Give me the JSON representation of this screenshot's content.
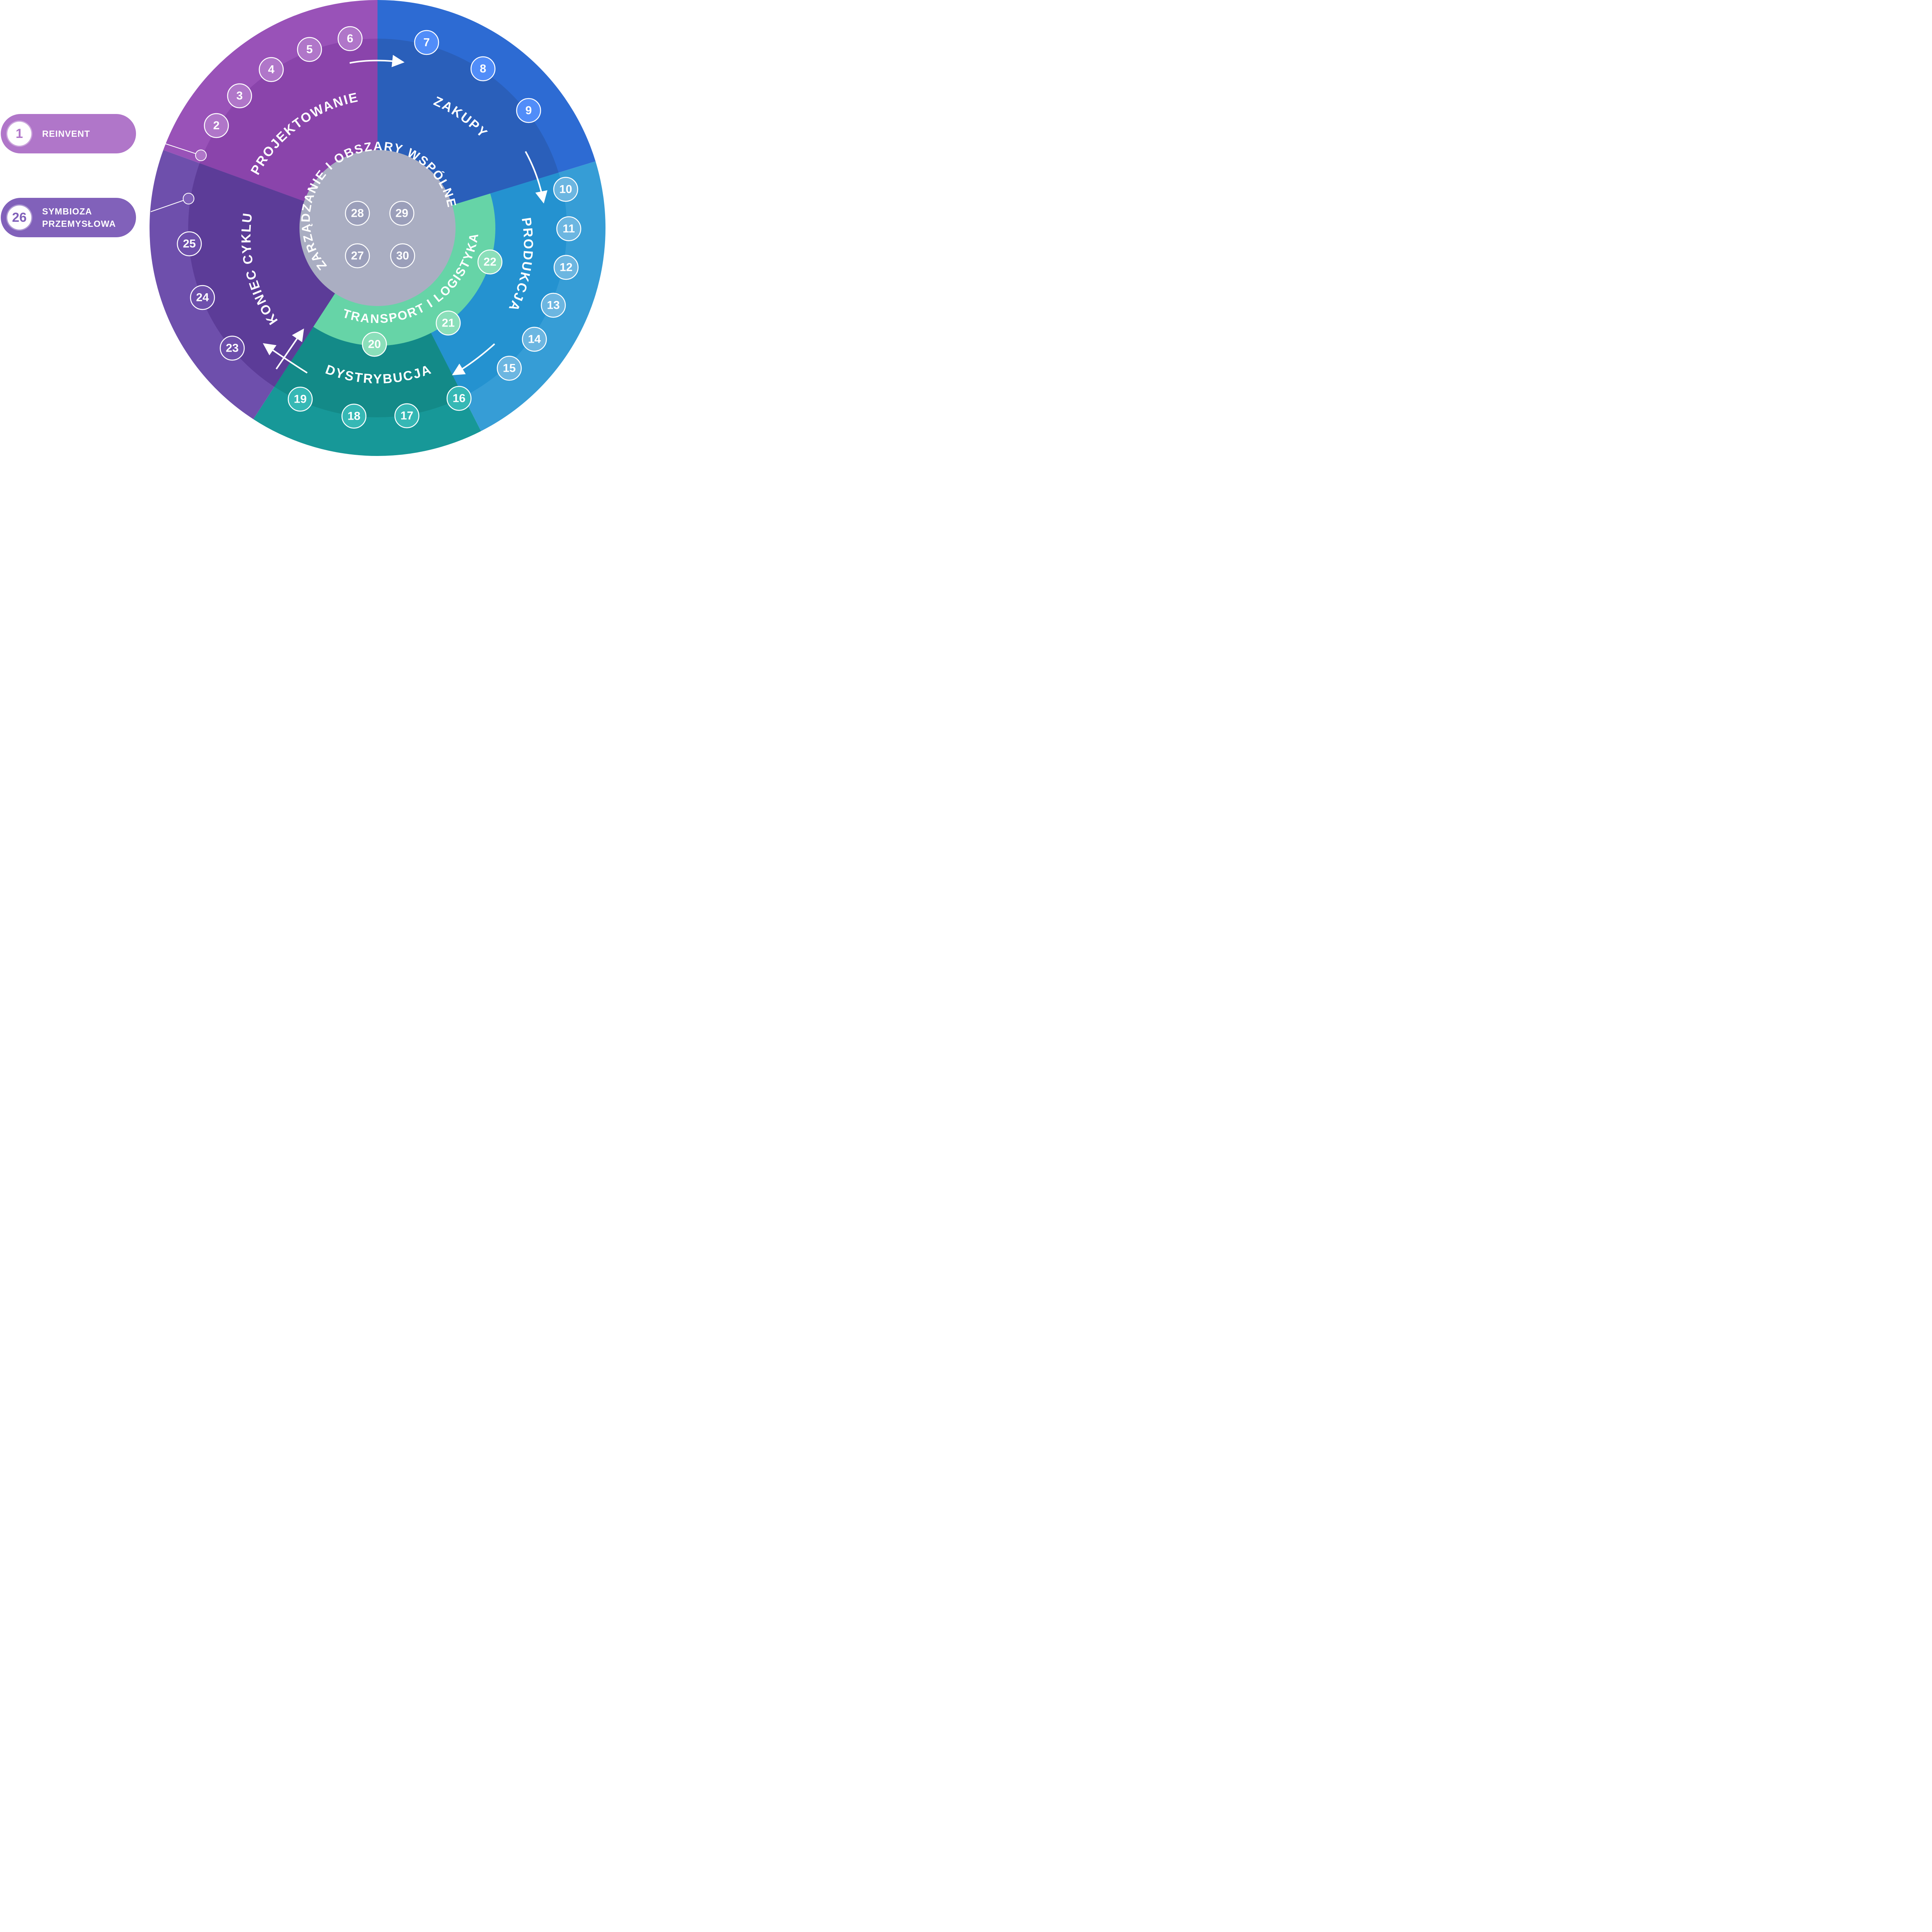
{
  "legend": [
    {
      "number": "1",
      "label": "REINVENT",
      "color": "#b076c9"
    },
    {
      "number": "26",
      "label_lines": [
        "SYMBIOZA",
        "PRZEMYSŁOWA"
      ],
      "color": "#8161ba"
    }
  ],
  "center": {
    "title": "ZARZĄDZANIE I OBSZARY WSPÓLNE",
    "color": "#aaaec2",
    "items": [
      "28",
      "29",
      "27",
      "30"
    ]
  },
  "inner_ring": {
    "title": "TRANSPORT I LOGISTYKA",
    "color": "#66d4a7",
    "items": [
      "20",
      "21",
      "22"
    ]
  },
  "segments": [
    {
      "name": "PROJEKTOWANIE",
      "outer_color": "#9952b8",
      "inner_color": "#8a44ab",
      "badge_color": "#b076c9",
      "items": [
        "2",
        "3",
        "4",
        "5",
        "6"
      ]
    },
    {
      "name": "ZAKUPY",
      "outer_color": "#2d6bd3",
      "inner_color": "#2a5fba",
      "badge_color": "#518df9",
      "items": [
        "7",
        "8",
        "9"
      ]
    },
    {
      "name": "PRODUKCJA",
      "outer_color": "#369dd6",
      "inner_color": "#2492d0",
      "badge_color": "#6cb6e1",
      "items": [
        "10",
        "11",
        "12",
        "13",
        "14",
        "15"
      ]
    },
    {
      "name": "DYSTRYBUCJA",
      "outer_color": "#179898",
      "inner_color": "#138a88",
      "badge_color": "#36b8b5",
      "items": [
        "16",
        "17",
        "18",
        "19"
      ]
    },
    {
      "name": "KONIEC CYKLU",
      "outer_color": "#6e4fac",
      "inner_color": "#5c3c98",
      "badge_color": "#6e4fac",
      "items": [
        "23",
        "24",
        "25"
      ]
    }
  ]
}
